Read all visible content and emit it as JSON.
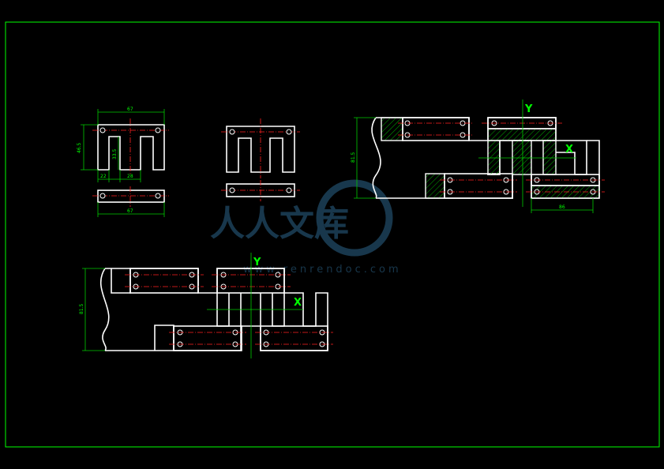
{
  "drawing": {
    "dimensions": {
      "top_width": "67",
      "height_left": "46.5",
      "inner_height": "33.5",
      "slot_a": "22",
      "slot_b": "28",
      "bottom_width": "67",
      "upper_assembly_height": "81.5",
      "upper_assembly_width": "86",
      "lower_assembly_height": "81.5"
    },
    "axes": {
      "y_upper": "Y",
      "x_upper": "X",
      "y_lower": "Y",
      "x_lower": "X"
    }
  },
  "watermark": {
    "text": "人人文库",
    "url": "www.renrendoc.com"
  },
  "colors": {
    "background": "#000000",
    "frame": "#00ff00",
    "part_lines": "#ffffff",
    "center_lines": "#ff2020",
    "dimensions": "#00ff00",
    "hatch": "#00aa00",
    "watermark": "#1b3e55"
  }
}
